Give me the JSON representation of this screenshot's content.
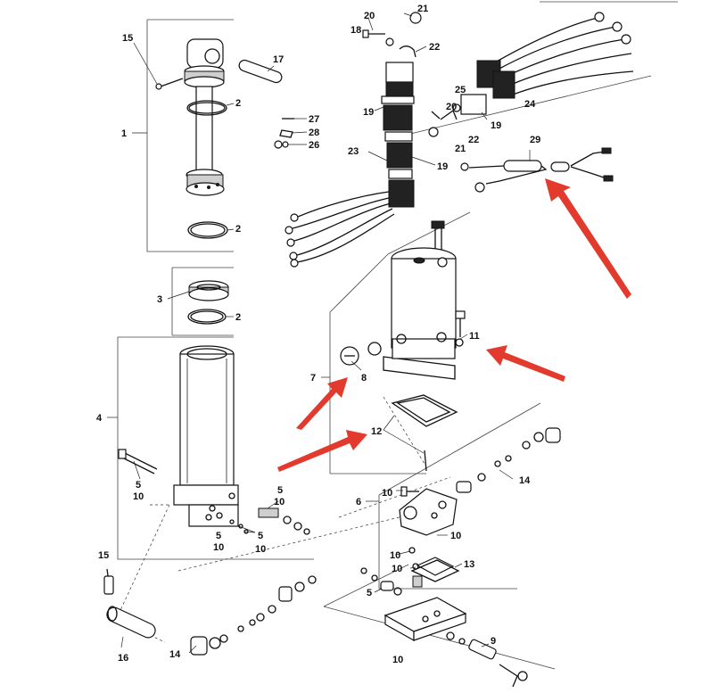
{
  "labels": [
    {
      "id": "l20",
      "text": "20"
    },
    {
      "id": "l21a",
      "text": "21"
    },
    {
      "id": "l18",
      "text": "18"
    },
    {
      "id": "l22a",
      "text": "22"
    },
    {
      "id": "l15a",
      "text": "15"
    },
    {
      "id": "l17",
      "text": "17"
    },
    {
      "id": "l2a",
      "text": "2"
    },
    {
      "id": "l1",
      "text": "1"
    },
    {
      "id": "l2b",
      "text": "2"
    },
    {
      "id": "l27",
      "text": "27"
    },
    {
      "id": "l28",
      "text": "28"
    },
    {
      "id": "l26",
      "text": "26"
    },
    {
      "id": "l19a",
      "text": "19"
    },
    {
      "id": "l25",
      "text": "25"
    },
    {
      "id": "l20b",
      "text": "20"
    },
    {
      "id": "l24",
      "text": "24"
    },
    {
      "id": "l19b",
      "text": "19"
    },
    {
      "id": "l21b",
      "text": "21"
    },
    {
      "id": "l22b",
      "text": "22"
    },
    {
      "id": "l23",
      "text": "23"
    },
    {
      "id": "l19c",
      "text": "19"
    },
    {
      "id": "l29",
      "text": "29"
    },
    {
      "id": "l3",
      "text": "3"
    },
    {
      "id": "l2c",
      "text": "2"
    },
    {
      "id": "l11",
      "text": "11"
    },
    {
      "id": "l7",
      "text": "7"
    },
    {
      "id": "l8",
      "text": "8"
    },
    {
      "id": "l4",
      "text": "4"
    },
    {
      "id": "l12",
      "text": "12"
    },
    {
      "id": "l14a",
      "text": "14"
    },
    {
      "id": "l5a",
      "text": "5"
    },
    {
      "id": "l10a",
      "text": "10"
    },
    {
      "id": "l5b",
      "text": "5"
    },
    {
      "id": "l10b",
      "text": "10"
    },
    {
      "id": "l10c",
      "text": "10"
    },
    {
      "id": "l6",
      "text": "6"
    },
    {
      "id": "l5c",
      "text": "5"
    },
    {
      "id": "l10d",
      "text": "10"
    },
    {
      "id": "l5d",
      "text": "5"
    },
    {
      "id": "l10e",
      "text": "10"
    },
    {
      "id": "l10f",
      "text": "10"
    },
    {
      "id": "l15b",
      "text": "15"
    },
    {
      "id": "l10g",
      "text": "10"
    },
    {
      "id": "l13",
      "text": "13"
    },
    {
      "id": "l10h",
      "text": "10"
    },
    {
      "id": "l5e",
      "text": "5"
    },
    {
      "id": "l16",
      "text": "16"
    },
    {
      "id": "l9",
      "text": "9"
    },
    {
      "id": "l14b",
      "text": "14"
    },
    {
      "id": "l10i",
      "text": "10"
    }
  ],
  "highlight_arrows": [
    {
      "id": "arrow-to-29",
      "color": "#e33a2e"
    },
    {
      "id": "arrow-to-11",
      "color": "#e33a2e"
    },
    {
      "id": "arrow-to-8",
      "color": "#e33a2e"
    },
    {
      "id": "arrow-to-12",
      "color": "#e33a2e"
    }
  ]
}
